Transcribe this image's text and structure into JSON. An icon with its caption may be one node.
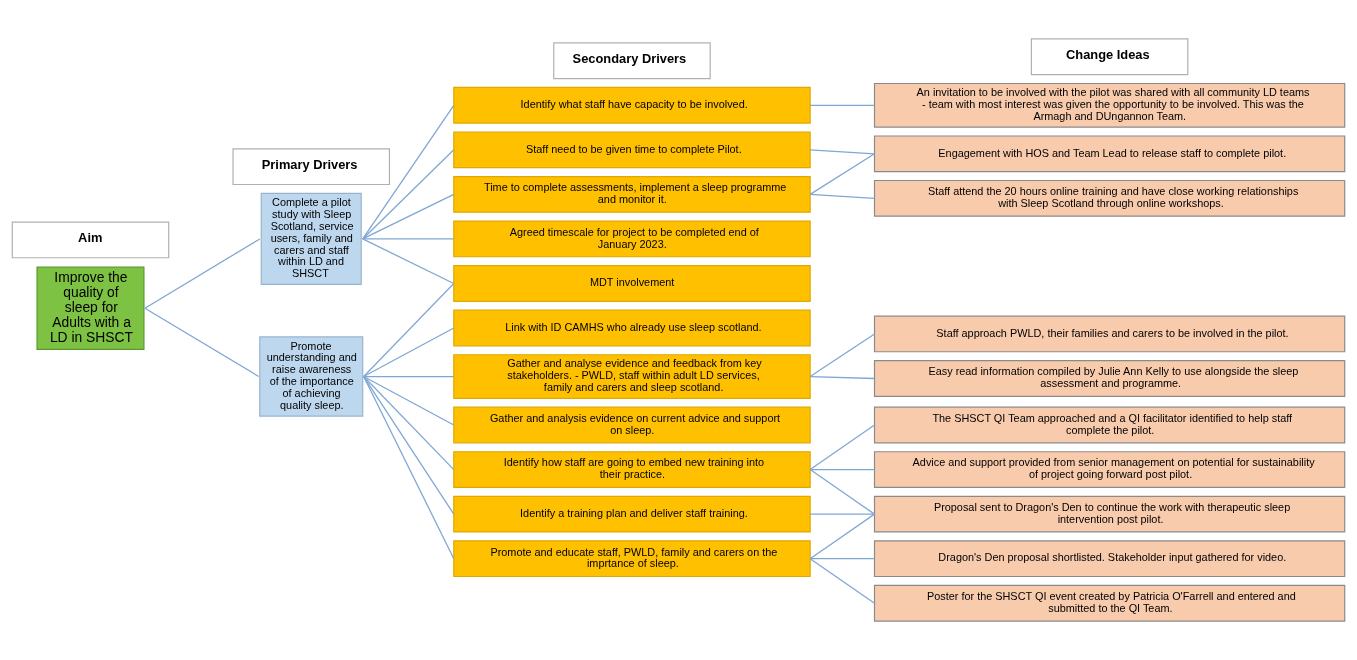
{
  "diagram": {
    "nodes": [
      {
        "text": [
          "Aim"
        ]
      },
      {
        "text": [
          "Primary Drivers"
        ]
      },
      {
        "text": [
          "Secondary Drivers"
        ]
      },
      {
        "text": [
          "Change Ideas"
        ]
      },
      {
        "text": [
          "Improve the quality of sleep for Adults with a LD in SHSCT"
        ]
      },
      {
        "text": [
          "Complete a pilot study with Sleep Scotland, service users, family and carers and staff within LD and SHSCT"
        ]
      },
      {
        "text": [
          "Promote understanding and raise awareness of the importance of achieving quality sleep."
        ]
      },
      {
        "text": [
          "Identify what staff have capacity to be involved."
        ]
      },
      {
        "text": [
          "Staff need to be given time to complete Pilot."
        ]
      },
      {
        "text": [
          "Time to complete assessments, implement a sleep programme and monitor it."
        ]
      },
      {
        "text": [
          "Agreed timescale for project to be completed end of January 2023."
        ]
      },
      {
        "text": [
          "MDT involvement"
        ]
      },
      {
        "text": [
          "Link with ID CAMHS who already use sleep scotland."
        ]
      },
      {
        "text": [
          "Gather and analyse evidence and feedback from key stakeholders. - PWLD, staff within adult LD services, family and carers and sleep scotland."
        ]
      },
      {
        "text": [
          "Gather and analysis evidence on current advice and support on sleep."
        ]
      },
      {
        "text": [
          "Identify how staff are going to embed new training into their practice."
        ]
      },
      {
        "text": [
          "Identify a training plan and deliver staff training."
        ]
      },
      {
        "text": [
          "Promote and educate staff, PWLD, family and carers on the imprtance of sleep."
        ]
      },
      {
        "text": [
          "An invitation to be involved with the pilot was shared with all community LD teams  - team with most interest was given the opportunity to be involved. This was the Armagh and DUngannon Team."
        ]
      },
      {
        "text": [
          "Engagement with HOS and Team Lead to release staff to complete pilot."
        ]
      },
      {
        "text": [
          "Staff attend the 20 hours online training and have close working relationships with Sleep Scotland through online workshops."
        ]
      },
      {
        "text": [
          "Staff approach PWLD, their families and carers to be involved in the pilot."
        ]
      },
      {
        "text": [
          "Easy read information compiled by Julie Ann Kelly to use alongside the sleep assessment and programme."
        ]
      },
      {
        "text": [
          "The SHSCT QI Team approached and a QI facilitator identified to help staff complete the pilot."
        ]
      },
      {
        "text": [
          "Advice and support provided from senior management on potential for sustainability of project going forward post pilot."
        ]
      },
      {
        "text": [
          "Proposal sent to Dragon's Den to continue the work with therapeutic sleep intervention post pilot."
        ]
      },
      {
        "text": [
          "Dragon's Den proposal shortlisted. Stakeholder input gathered for video."
        ]
      },
      {
        "text": [
          "Poster for the SHSCT QI event created by Patricia O'Farrell and entered and submitted to the QI Team."
        ]
      }
    ],
    "edges": [
      {
        "from": 4,
        "to": 5,
        "arrow": "none"
      },
      {
        "from": 4,
        "to": 6,
        "arrow": "none"
      },
      {
        "from": 5,
        "to": 7,
        "arrow": "none"
      },
      {
        "from": 5,
        "to": 8,
        "arrow": "none"
      },
      {
        "from": 5,
        "to": 9,
        "arrow": "none"
      },
      {
        "from": 5,
        "to": 10,
        "arrow": "none"
      },
      {
        "from": 5,
        "to": 11,
        "arrow": "none"
      },
      {
        "from": 6,
        "to": 11,
        "arrow": "none"
      },
      {
        "from": 6,
        "to": 12,
        "arrow": "none"
      },
      {
        "from": 6,
        "to": 13,
        "arrow": "none"
      },
      {
        "from": 6,
        "to": 14,
        "arrow": "none"
      },
      {
        "from": 6,
        "to": 15,
        "arrow": "none"
      },
      {
        "from": 6,
        "to": 16,
        "arrow": "none"
      },
      {
        "from": 6,
        "to": 17,
        "arrow": "none"
      },
      {
        "from": 7,
        "to": 18,
        "arrow": "none"
      },
      {
        "from": 8,
        "to": 19,
        "arrow": "none"
      },
      {
        "from": 9,
        "to": 19,
        "arrow": "none"
      },
      {
        "from": 9,
        "to": 20,
        "arrow": "none"
      },
      {
        "from": 13,
        "to": 21,
        "arrow": "none"
      },
      {
        "from": 13,
        "to": 22,
        "arrow": "none"
      },
      {
        "from": 15,
        "to": 23,
        "arrow": "none"
      },
      {
        "from": 15,
        "to": 24,
        "arrow": "none"
      },
      {
        "from": 15,
        "to": 25,
        "arrow": "none"
      },
      {
        "from": 16,
        "to": 25,
        "arrow": "none"
      },
      {
        "from": 17,
        "to": 25,
        "arrow": "none"
      },
      {
        "from": 17,
        "to": 26,
        "arrow": "none"
      },
      {
        "from": 17,
        "to": 27,
        "arrow": "none"
      }
    ]
  }
}
